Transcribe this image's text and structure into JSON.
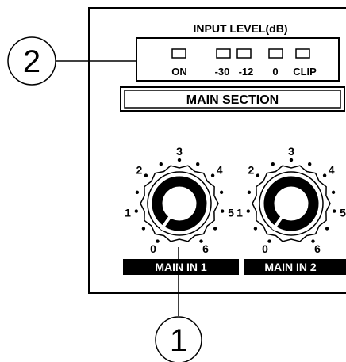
{
  "panel": {
    "input_level_title": "INPUT LEVEL(dB)",
    "meter_labels": [
      "ON",
      "-30",
      "-12",
      "0",
      "CLIP"
    ],
    "section_title": "MAIN SECTION"
  },
  "knobs": [
    {
      "label": "MAIN IN 1",
      "scale": [
        "0",
        "1",
        "2",
        "3",
        "4",
        "5",
        "6"
      ]
    },
    {
      "label": "MAIN IN 2",
      "scale": [
        "0",
        "1",
        "2",
        "3",
        "4",
        "5",
        "6"
      ]
    }
  ],
  "callouts": {
    "one": "1",
    "two": "2"
  }
}
